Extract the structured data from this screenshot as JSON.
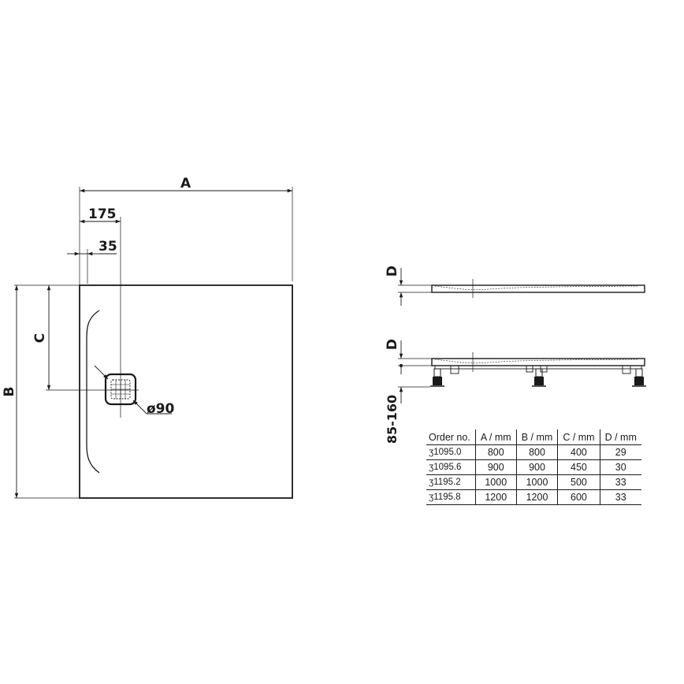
{
  "plan_view": {
    "dim_a": "A",
    "dim_b": "B",
    "dim_c": "C",
    "dim_175": "175",
    "dim_35": "35",
    "drain_diameter": "ø90"
  },
  "side_views": {
    "dim_d_top": "D",
    "dim_d_bottom": "D",
    "leg_height": "85-160"
  },
  "table": {
    "headers": [
      "Order no.",
      "A / mm",
      "B / mm",
      "C / mm",
      "D / mm"
    ],
    "rows": [
      [
        "ʒ1095.0",
        "800",
        "800",
        "400",
        "29"
      ],
      [
        "ʒ1095.6",
        "900",
        "900",
        "450",
        "30"
      ],
      [
        "ʒ1195.2",
        "1000",
        "1000",
        "500",
        "33"
      ],
      [
        "ʒ1195.8",
        "1200",
        "1200",
        "600",
        "33"
      ]
    ]
  }
}
